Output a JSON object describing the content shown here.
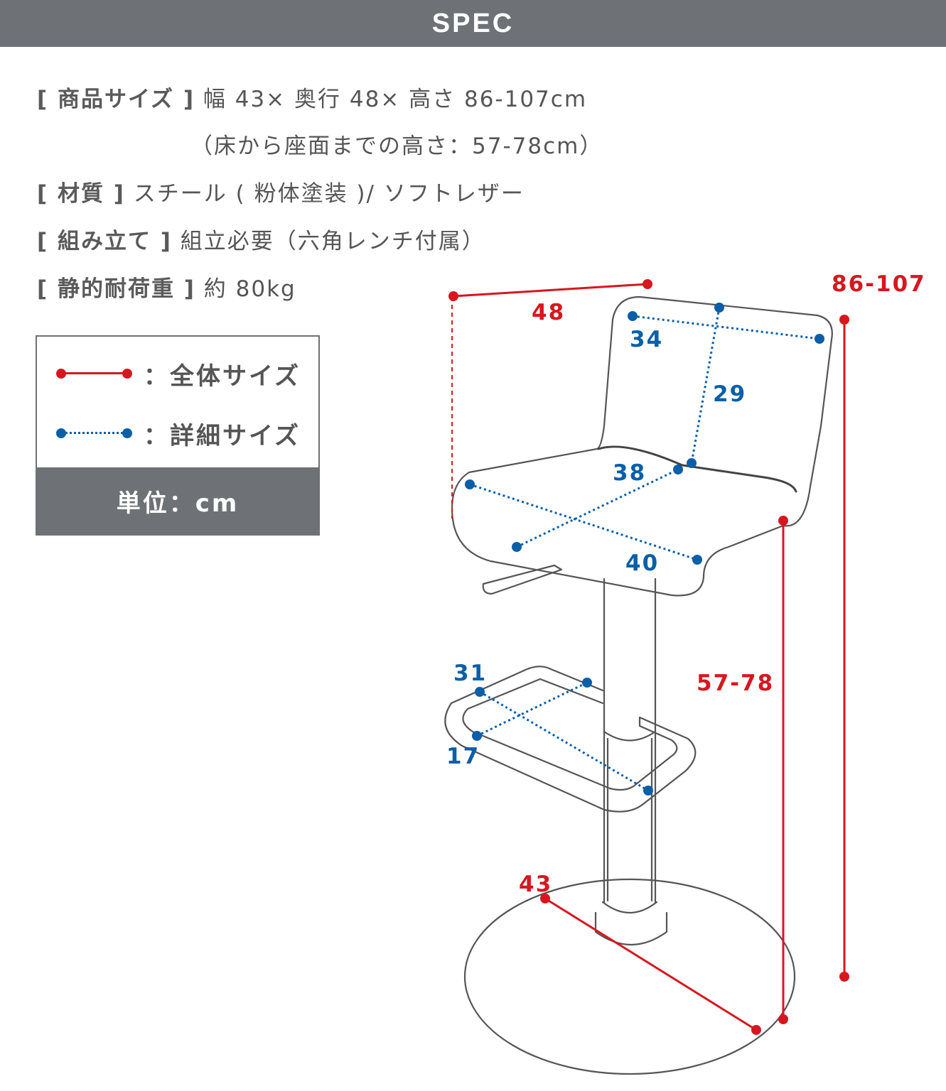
{
  "header": {
    "title": "SPEC"
  },
  "specs": {
    "size_label": "[ 商品サイズ ]",
    "size_value": "幅 43× 奥行 48× 高さ 86-107cm",
    "size_note": "（床から座面までの高さ：57-78cm）",
    "material_label": "[ 材質 ]",
    "material_value": "スチール ( 粉体塗装 )/ ソフトレザー",
    "assembly_label": "[ 組み立て ]",
    "assembly_value": "組立必要（六角レンチ付属）",
    "load_label": "[ 静的耐荷重 ]",
    "load_value": "約 80kg"
  },
  "legend": {
    "overall": "：全体サイズ",
    "detail": "：詳細サイズ",
    "unit": "単位：cm"
  },
  "dimensions": {
    "depth": "48",
    "total_height": "86-107",
    "back_width": "34",
    "back_height": "29",
    "seat_depth": "38",
    "seat_width": "40",
    "seat_height": "57-78",
    "footrest_width": "31",
    "footrest_depth": "17",
    "base_diameter": "43"
  },
  "colors": {
    "overall": "#d7171f",
    "detail": "#0a5fa8",
    "header": "#6e7175"
  }
}
